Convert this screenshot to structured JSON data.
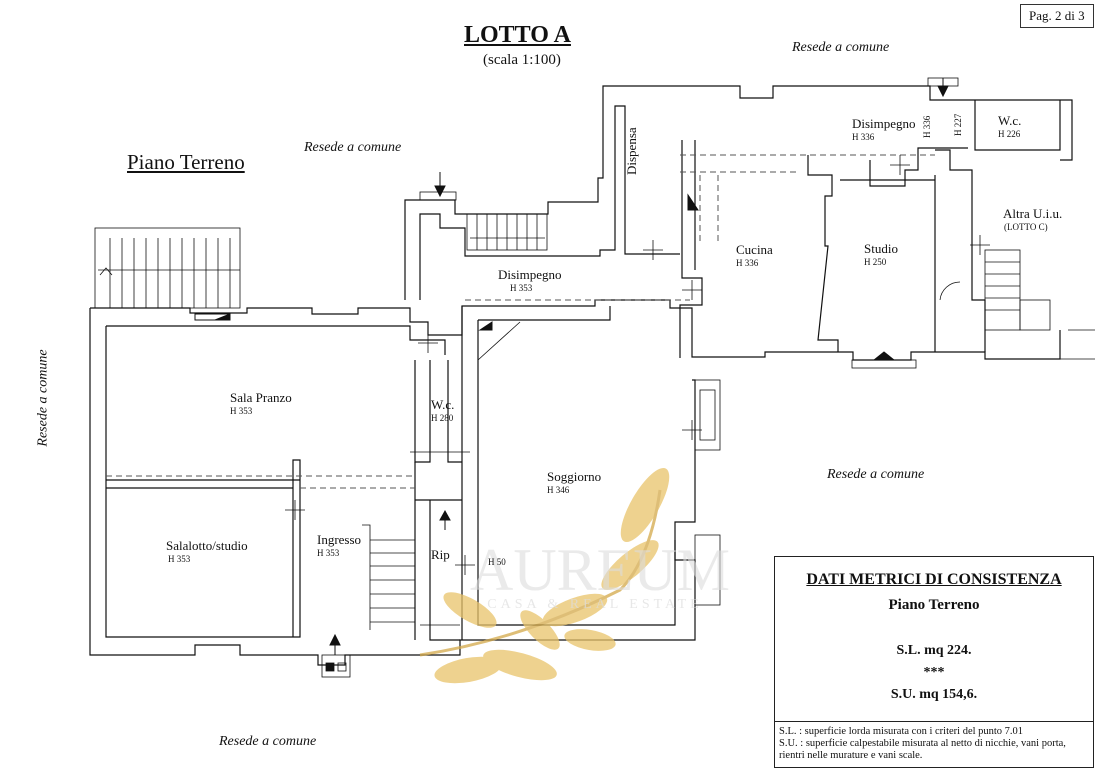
{
  "page_badge": "Pag. 2 di 3",
  "title": "LOTTO A",
  "scale": "(scala 1:100)",
  "floor": "Piano Terreno",
  "resede_label": "Resede   a  comune",
  "rooms": {
    "sala_pranzo": {
      "name": "Sala Pranzo",
      "h": "H 353"
    },
    "salalotto": {
      "name": "Salalotto/studio",
      "h": "H 353"
    },
    "ingresso": {
      "name": "Ingresso",
      "h": "H 353"
    },
    "wc_lower": {
      "name": "W.c.",
      "h": "H 280"
    },
    "soggiorno": {
      "name": "Soggiorno",
      "h": "H 346"
    },
    "rip": {
      "name": "Rip"
    },
    "h50": "H   50",
    "disimpegno_left": {
      "name": "Disimpegno",
      "h": "H 353"
    },
    "dispensa": {
      "name": "Dispensa"
    },
    "cucina": {
      "name": "Cucina",
      "h": "H 336"
    },
    "studio": {
      "name": "Studio",
      "h": "H 250"
    },
    "disimpegno_right": {
      "name": "Disimpegno",
      "h": "H 336"
    },
    "h336_vertical": "H 336",
    "h227_vertical": "H 227",
    "wc_upper": {
      "name": "W.c.",
      "h": "H 226"
    },
    "altra": {
      "name": "Altra U.i.u.",
      "sub": "(LOTTO C)"
    }
  },
  "metrics": {
    "title": "DATI METRICI DI CONSISTENZA",
    "subtitle": "Piano Terreno",
    "sl": "S.L. mq 224.",
    "stars": "***",
    "su": "S.U. mq 154,6.",
    "note_sl": "S.L. : superficie lorda misurata con i criteri del punto 7.01",
    "note_su": "S.U. : superficie calpestabile misurata al netto di nicchie, vani porta, rientri nelle murature e vani scale."
  },
  "watermark": {
    "line1": "AUREUM",
    "line2": "CASA & REAL ESTATE",
    "leaf_color": "#e9c46a"
  }
}
